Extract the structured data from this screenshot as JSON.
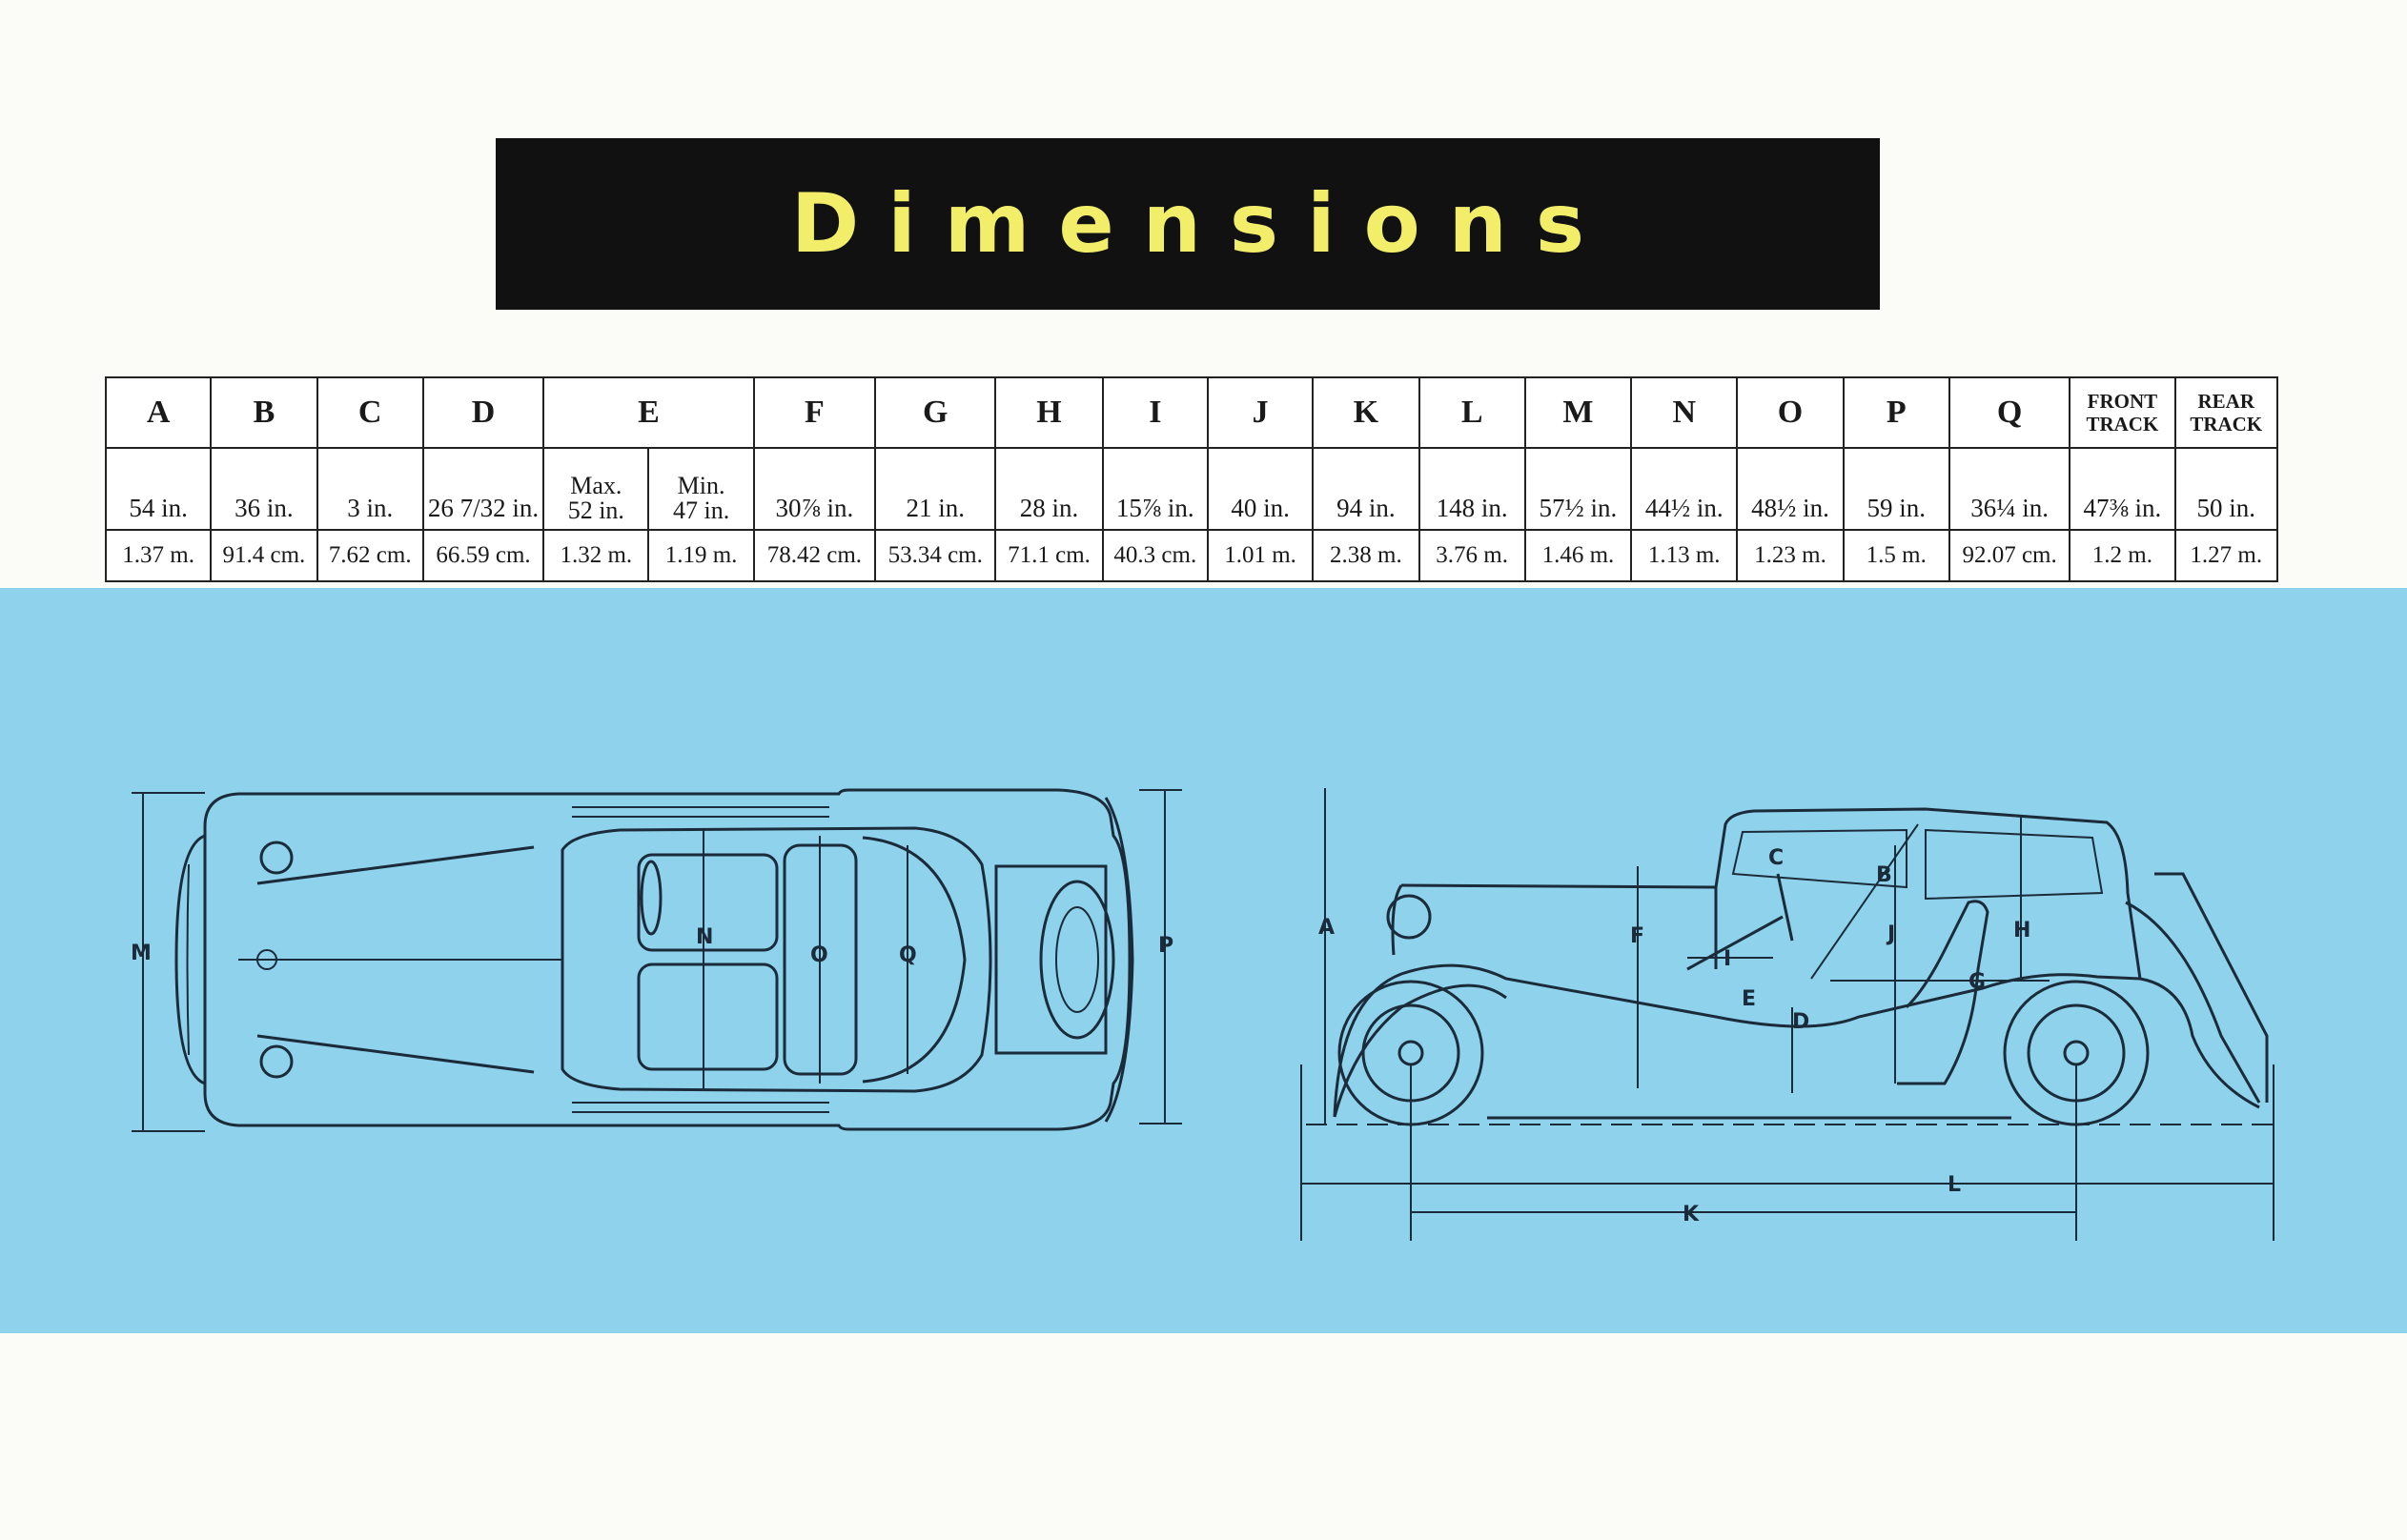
{
  "title": "Dimensions",
  "table": {
    "columns": [
      {
        "key": "A",
        "inch": "54 in.",
        "metric": "1.37  m."
      },
      {
        "key": "B",
        "inch": "36 in.",
        "metric": "91.4 cm."
      },
      {
        "key": "C",
        "inch": "3 in.",
        "metric": "7.62 cm."
      },
      {
        "key": "D",
        "inch": "26 7/32 in.",
        "metric": "66.59 cm."
      },
      {
        "key": "E",
        "sub": [
          {
            "label": "Max.",
            "inch": "52 in.",
            "metric": "1.32 m."
          },
          {
            "label": "Min.",
            "inch": "47 in.",
            "metric": "1.19 m."
          }
        ]
      },
      {
        "key": "F",
        "inch": "30⅞ in.",
        "metric": "78.42 cm."
      },
      {
        "key": "G",
        "inch": "21 in.",
        "metric": "53.34 cm."
      },
      {
        "key": "H",
        "inch": "28 in.",
        "metric": "71.1 cm."
      },
      {
        "key": "I",
        "inch": "15⅞ in.",
        "metric": "40.3 cm."
      },
      {
        "key": "J",
        "inch": "40 in.",
        "metric": "1.01  m."
      },
      {
        "key": "K",
        "inch": "94 in.",
        "metric": "2.38  m."
      },
      {
        "key": "L",
        "inch": "148 in.",
        "metric": "3.76  m."
      },
      {
        "key": "M",
        "inch": "57½ in.",
        "metric": "1.46  m."
      },
      {
        "key": "N",
        "inch": "44½ in.",
        "metric": "1.13  m."
      },
      {
        "key": "O",
        "inch": "48½ in.",
        "metric": "1.23  m."
      },
      {
        "key": "P",
        "inch": "59 in.",
        "metric": "1.5  m."
      },
      {
        "key": "Q",
        "inch": "36¼ in.",
        "metric": "92.07 cm."
      },
      {
        "key": "FRONT TRACK",
        "inch": "47⅜ in.",
        "metric": "1.2  m."
      },
      {
        "key": "REAR TRACK",
        "inch": "50 in.",
        "metric": "1.27  m."
      }
    ]
  },
  "diagram": {
    "top_view_labels": [
      "M",
      "N",
      "O",
      "Q",
      "P"
    ],
    "side_view_labels": [
      "A",
      "C",
      "B",
      "F",
      "I",
      "J",
      "H",
      "E",
      "D",
      "G",
      "K",
      "L"
    ]
  },
  "colors": {
    "banner": "#111111",
    "title_text": "#f2ee6a",
    "blueprint": "#8ed2ec",
    "ink": "#1b2b3a"
  }
}
